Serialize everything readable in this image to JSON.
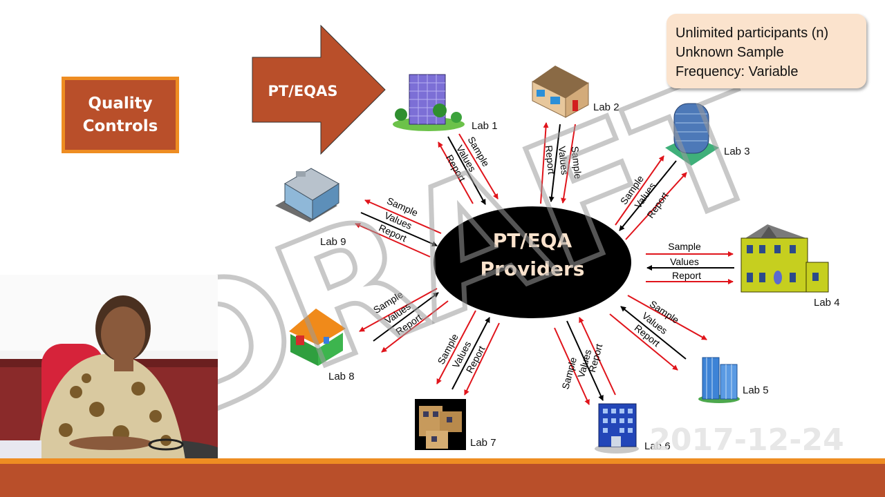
{
  "quality_controls": {
    "line1": "Quality",
    "line2": "Controls"
  },
  "pteqas_arrow_label": "PT/EQAS",
  "info": {
    "line1": "Unlimited participants (n)",
    "line2": "Unknown Sample",
    "line3": "Frequency: Variable"
  },
  "center": {
    "line1": "PT/EQA",
    "line2": "Providers"
  },
  "flow_labels": {
    "sample": "Sample",
    "values": "Values",
    "report": "Report"
  },
  "labs": [
    {
      "name": "Lab 1"
    },
    {
      "name": "Lab 2"
    },
    {
      "name": "Lab 3"
    },
    {
      "name": "Lab 4"
    },
    {
      "name": "Lab 5"
    },
    {
      "name": "Lab 6"
    },
    {
      "name": "Lab 7"
    },
    {
      "name": "Lab 8"
    },
    {
      "name": "Lab 9"
    }
  ],
  "watermark": "DRAFT",
  "date_stamp": "2017-12-24",
  "colors": {
    "accent": "#b94f2a",
    "accent_border": "#ee8d22",
    "info_bg": "#fbe3cd",
    "arrow_red": "#e0141b",
    "arrow_black": "#000000"
  }
}
